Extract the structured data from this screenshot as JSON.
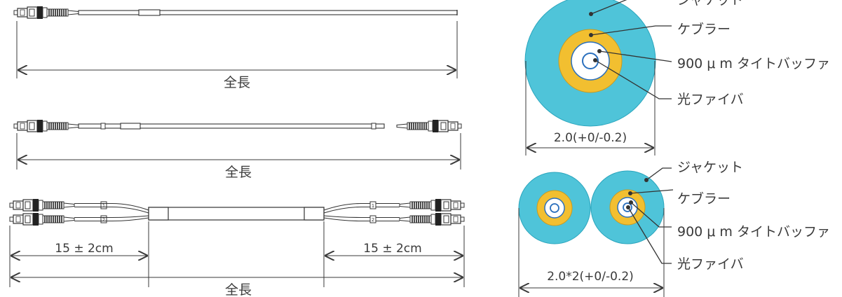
{
  "cables": {
    "simplex": {
      "length_label": "全長"
    },
    "simplex_both": {
      "length_label": "全長"
    },
    "duplex": {
      "length_label": "全長",
      "left_breakout": "15 ± 2cm",
      "right_breakout": "15 ± 2cm",
      "port_labels": [
        "1",
        "2"
      ]
    }
  },
  "cross_sections": {
    "single": {
      "labels": [
        "ジャケット",
        "ケブラー",
        "900 μ m タイトバッファ",
        "光ファイバ"
      ],
      "diameter": "2.0(+0/-0.2)"
    },
    "dual": {
      "labels": [
        "ジャケット",
        "ケブラー",
        "900 μ m タイトバッファ",
        "光ファイバ"
      ],
      "diameter": "2.0*2(+0/-0.2)"
    }
  },
  "colors": {
    "jacket": "#4fc4d9",
    "kevlar": "#f2bf30",
    "buffer": "#ffffff",
    "fiber": "#2a6fbd",
    "line": "#3a3a3a"
  }
}
